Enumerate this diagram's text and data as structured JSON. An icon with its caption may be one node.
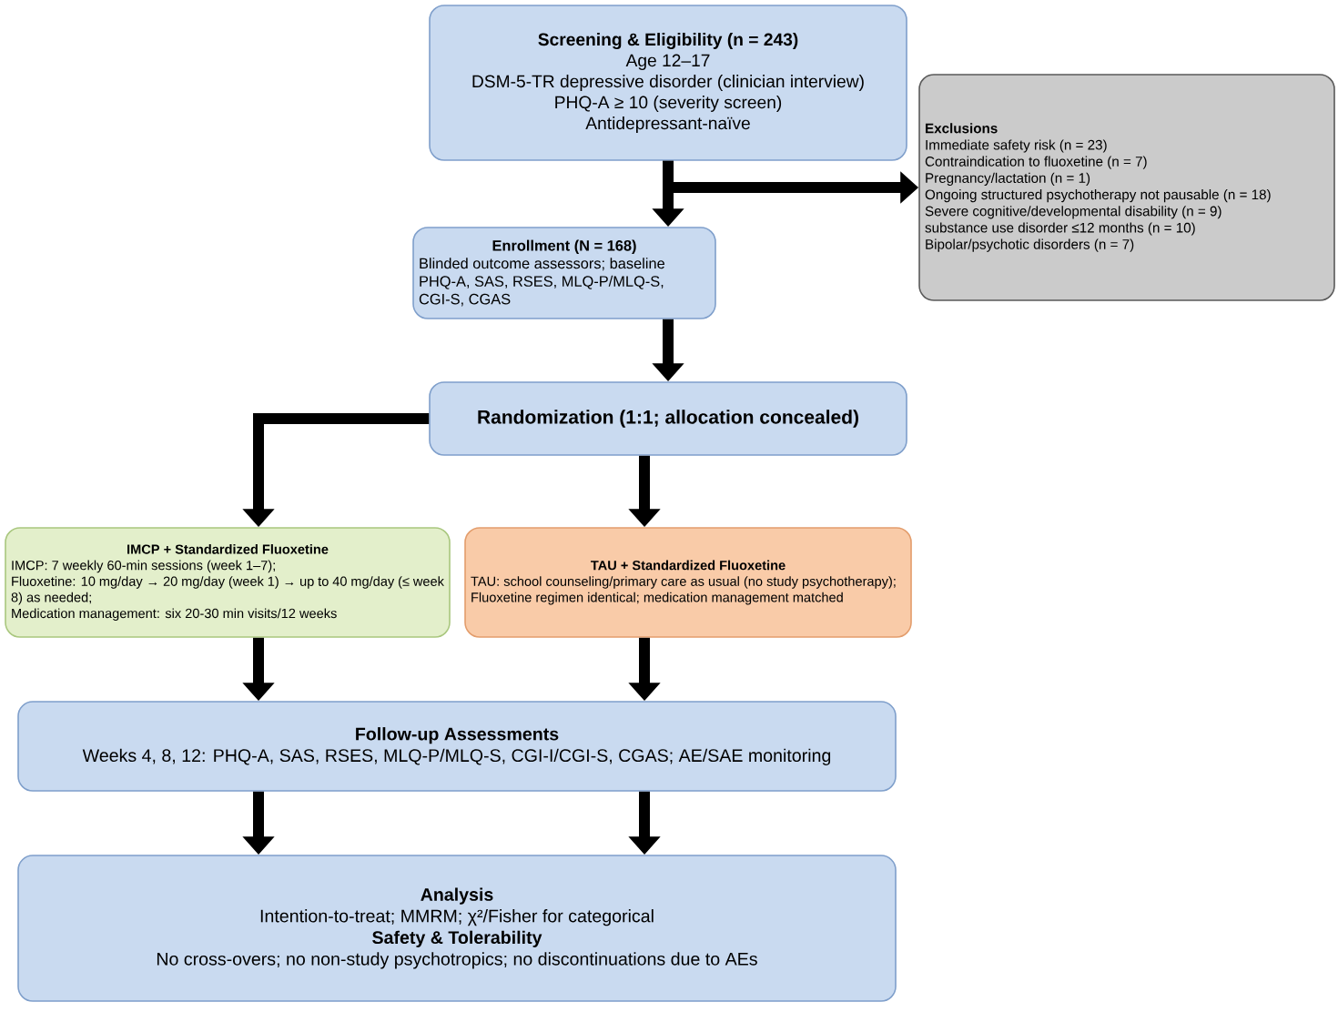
{
  "diagram": {
    "nodes": [
      {
        "text": [
          "Screening & Eligibility (n = 243)",
          "Age 12–17",
          "DSM-5-TR depressive disorder (clinician interview)",
          "PHQ-A ≥ 10 (severity screen)",
          "Antidepressant-naïve"
        ]
      },
      {
        "text": [
          "Exclusions",
          "Immediate safety risk (n = 23)",
          "Contraindication to fluoxetine (n = 7)",
          "Pregnancy/lactation (n = 1)",
          "Ongoing structured psychotherapy not pausable (n = 18)",
          "Severe cognitive/developmental disability (n = 9)",
          "substance use disorder ≤12 months (n = 10)",
          "Bipolar/psychotic disorders (n = 7)"
        ]
      },
      {
        "text": [
          "Enrollment (N = 168)",
          "Blinded outcome assessors; baseline PHQ-A, SAS, RSES, MLQ-P/MLQ-S, CGI-S, CGAS"
        ]
      },
      {
        "text": [
          "Randomization (1:1; allocation concealed)"
        ]
      },
      {
        "text": [
          "IMCP + Standardized Fluoxetine",
          "IMCP: 7 weekly 60-min sessions (week 1–7);",
          "Fluoxetine: 10 mg/day → 20 mg/day (week 1) → up to 40 mg/day (≤ week 8) as needed;",
          "Medication management: six 20-30 min visits/12 weeks"
        ]
      },
      {
        "text": [
          "TAU + Standardized Fluoxetine",
          "TAU: school counseling/primary care as usual (no study psychotherapy);",
          "Fluoxetine regimen identical; medication management matched"
        ]
      },
      {
        "text": [
          "Follow-up Assessments",
          "Weeks 4, 8, 12: PHQ-A, SAS, RSES, MLQ-P/MLQ-S, CGI-I/CGI-S, CGAS; AE/SAE monitoring"
        ]
      },
      {
        "text": [
          "Analysis",
          "Intention-to-treat; MMRM; χ²/Fisher for categorical",
          "Safety & Tolerability",
          "No cross-overs; no non-study psychotropics; no discontinuations due to AEs"
        ]
      }
    ],
    "edges": [
      {
        "from": 0,
        "to": 2,
        "arrow": "to"
      },
      {
        "from": 0,
        "to": 1,
        "arrow": "to"
      },
      {
        "from": 2,
        "to": 3,
        "arrow": "to"
      },
      {
        "from": 3,
        "to": 4,
        "arrow": "to"
      },
      {
        "from": 3,
        "to": 5,
        "arrow": "to"
      },
      {
        "from": 4,
        "to": 6,
        "arrow": "to"
      },
      {
        "from": 5,
        "to": 6,
        "arrow": "to"
      },
      {
        "from": 6,
        "to": 7,
        "arrow": "to"
      },
      {
        "from": 6,
        "to": 7,
        "arrow": "to"
      }
    ]
  }
}
